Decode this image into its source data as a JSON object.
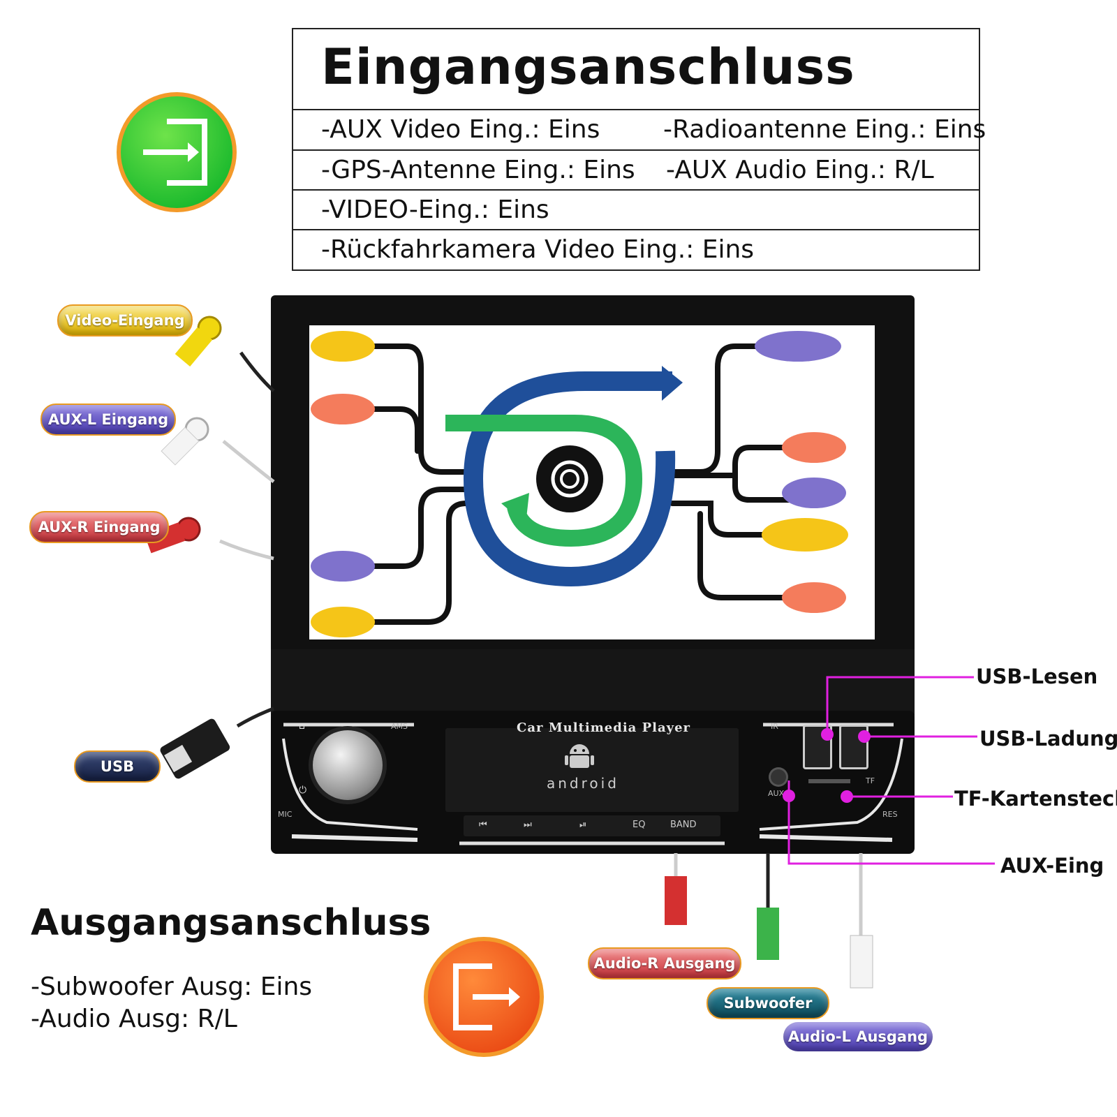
{
  "input_section": {
    "title": "Eingangsanschluss",
    "items": [
      [
        "-AUX Video Eing.: Eins",
        "-Radioantenne Eing.: Eins"
      ],
      [
        "-GPS-Antenne Eing.: Eins",
        "-AUX Audio Eing.: R/L"
      ],
      [
        "-VIDEO-Eing.: Eins"
      ],
      [
        "-Rückfahrkamera Video Eing.: Eins"
      ]
    ]
  },
  "output_section": {
    "title": "Ausgangsanschluss",
    "items": [
      "-Subwoofer Ausg: Eins",
      "-Audio Ausg: R/L"
    ]
  },
  "left_connectors": [
    "Video-Eingang",
    "AUX-L Eingang",
    "AUX-R Eingang",
    "USB"
  ],
  "bottom_connectors": [
    "Audio-R Ausgang",
    "Subwoofer",
    "Audio-L Ausgang"
  ],
  "ports": [
    "USB-Lesen",
    "USB-Ladung",
    "TF-Kartensteck",
    "AUX-Eing"
  ],
  "device": {
    "label": "Car Multimedia Player",
    "logo_text": "android",
    "left_labels": [
      "AMS",
      "MIC"
    ],
    "right_labels": [
      "IR",
      "AUX",
      "TF",
      "RES"
    ],
    "buttons": [
      "EQ",
      "BAND"
    ]
  },
  "colors": {
    "yellow": "#f5c518",
    "orange": "#f47c5c",
    "purple": "#7f72cc",
    "accent_magenta": "#e020e0",
    "input_icon": "#2ecc40",
    "output_icon": "#f26422"
  }
}
